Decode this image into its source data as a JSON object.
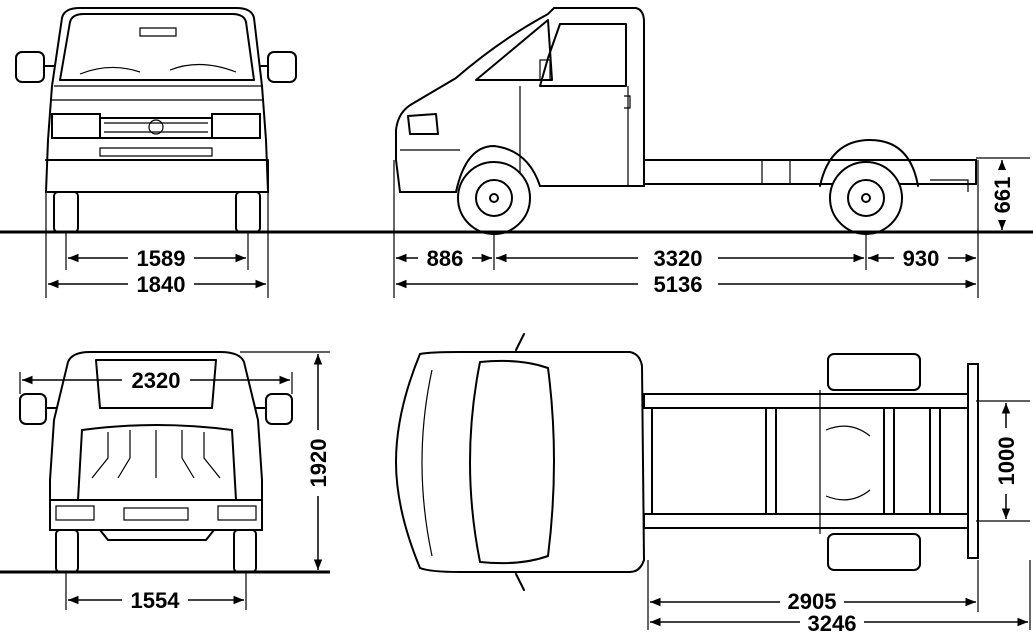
{
  "views": {
    "front": {
      "dims": {
        "track": "1589",
        "width": "1840"
      }
    },
    "side": {
      "dims": {
        "front_overhang": "886",
        "wheelbase": "3320",
        "rear_overhang": "930",
        "length": "5136",
        "frame_height": "661"
      }
    },
    "rear": {
      "dims": {
        "mirror_width": "2320",
        "height": "1920",
        "track": "1554"
      }
    },
    "top": {
      "dims": {
        "frame_width": "1000",
        "frame_length": "2905",
        "cab_to_end": "3246"
      }
    }
  }
}
